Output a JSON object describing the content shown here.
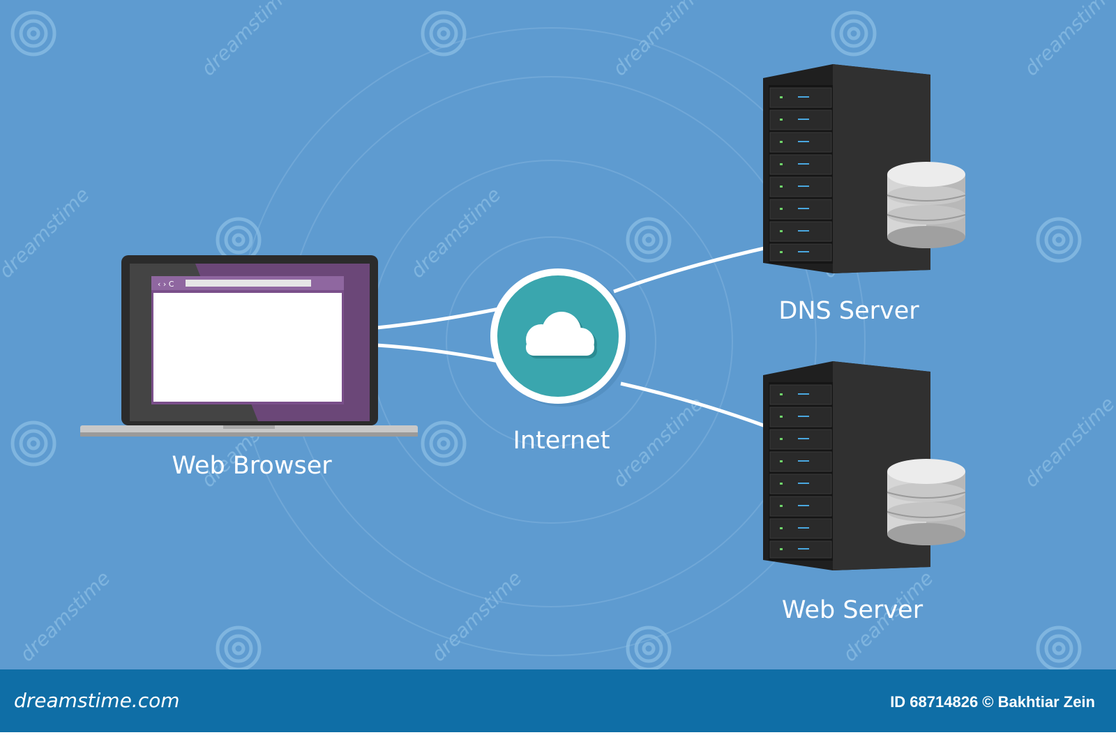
{
  "diagram": {
    "nodes": {
      "browser": {
        "label": "Web Browser"
      },
      "internet": {
        "label": "Internet"
      },
      "dns_server": {
        "label": "DNS Server"
      },
      "web_server": {
        "label": "Web Server"
      }
    },
    "edges": [
      {
        "from": "browser",
        "to": "internet"
      },
      {
        "from": "browser",
        "to": "internet"
      },
      {
        "from": "internet",
        "to": "dns_server"
      },
      {
        "from": "internet",
        "to": "web_server"
      }
    ]
  },
  "browser_window": {
    "nav_glyphs": "‹ › C"
  },
  "watermark": {
    "text": "dreamstime"
  },
  "footer": {
    "brand": "dreamstime.com",
    "credit": "ID 68714826 © Bakhtiar Zein"
  },
  "colors": {
    "background": "#5e9bd0",
    "footer": "#0f6ea6",
    "cloud_circle": "#3aa6ae",
    "screen_purple": "#6b4778",
    "server_body": "#2a2a2a"
  }
}
